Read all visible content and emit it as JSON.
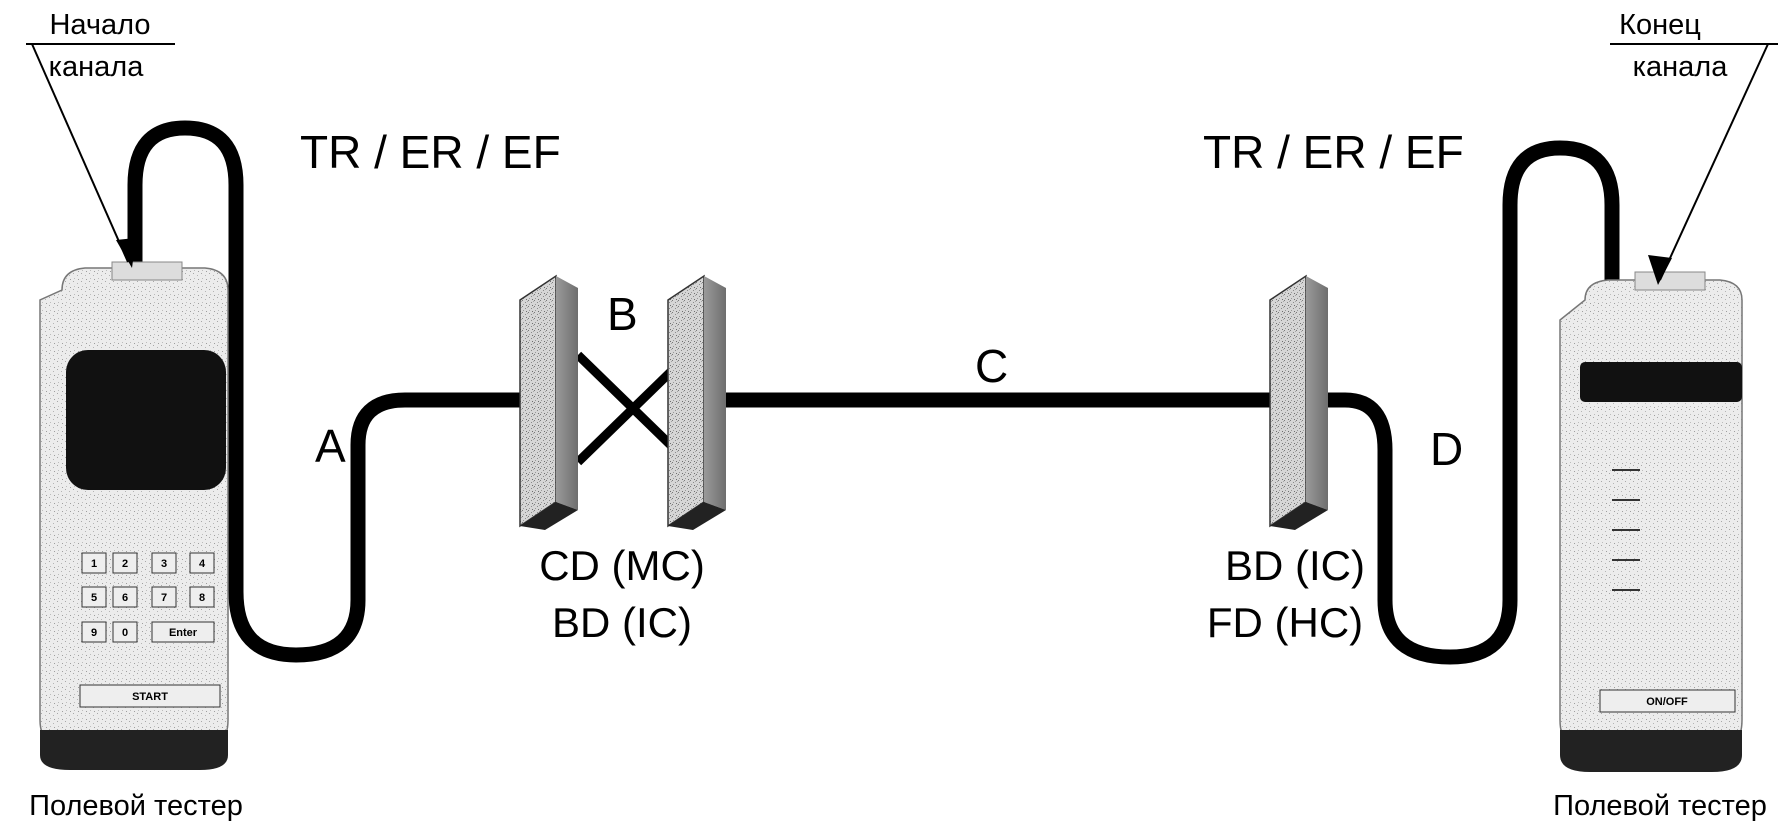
{
  "labels": {
    "start_top": "Начало",
    "start_bottom": "канала",
    "end_top": "Конец",
    "end_bottom": "канала",
    "tr_left": "TR / ER / EF",
    "tr_right": "TR / ER / EF",
    "seg_a": "A",
    "seg_b": "B",
    "seg_c": "C",
    "seg_d": "D",
    "left_panel_line1": "CD (MC)",
    "left_panel_line2": "BD (IC)",
    "right_panel_line1": "BD (IC)",
    "right_panel_line2": "FD (HC)",
    "tester_left": "Полевой тестер",
    "tester_right": "Полевой тестер"
  },
  "tester_left": {
    "keys": [
      "1",
      "2",
      "3",
      "4",
      "5",
      "6",
      "7",
      "8",
      "9",
      "0",
      "Enter"
    ],
    "start_button": "START"
  },
  "tester_right": {
    "onoff_button": "ON/OFF"
  }
}
